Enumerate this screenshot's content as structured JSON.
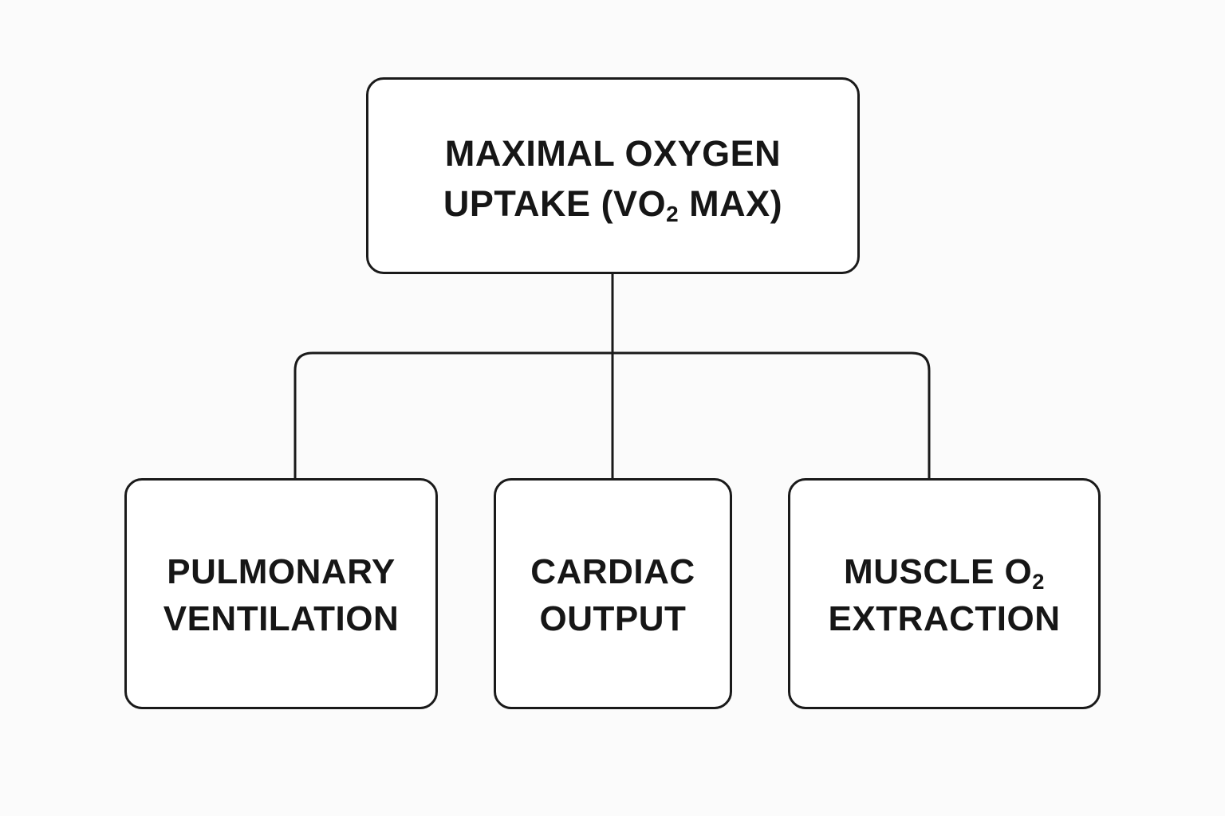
{
  "diagram": {
    "root": {
      "line1": "MAXIMAL OXYGEN",
      "line2_prefix": "UPTAKE (VO",
      "line2_sub": "2",
      "line2_suffix": " MAX)"
    },
    "children": [
      {
        "line1": "PULMONARY",
        "line2": "VENTILATION"
      },
      {
        "line1": "CARDIAC",
        "line2": "OUTPUT"
      },
      {
        "line1_prefix": "MUSCLE O",
        "line1_sub": "2",
        "line2": "EXTRACTION"
      }
    ],
    "colors": {
      "stroke": "#1a1a1a",
      "background": "#fbfbfb",
      "box_fill": "#ffffff"
    }
  }
}
